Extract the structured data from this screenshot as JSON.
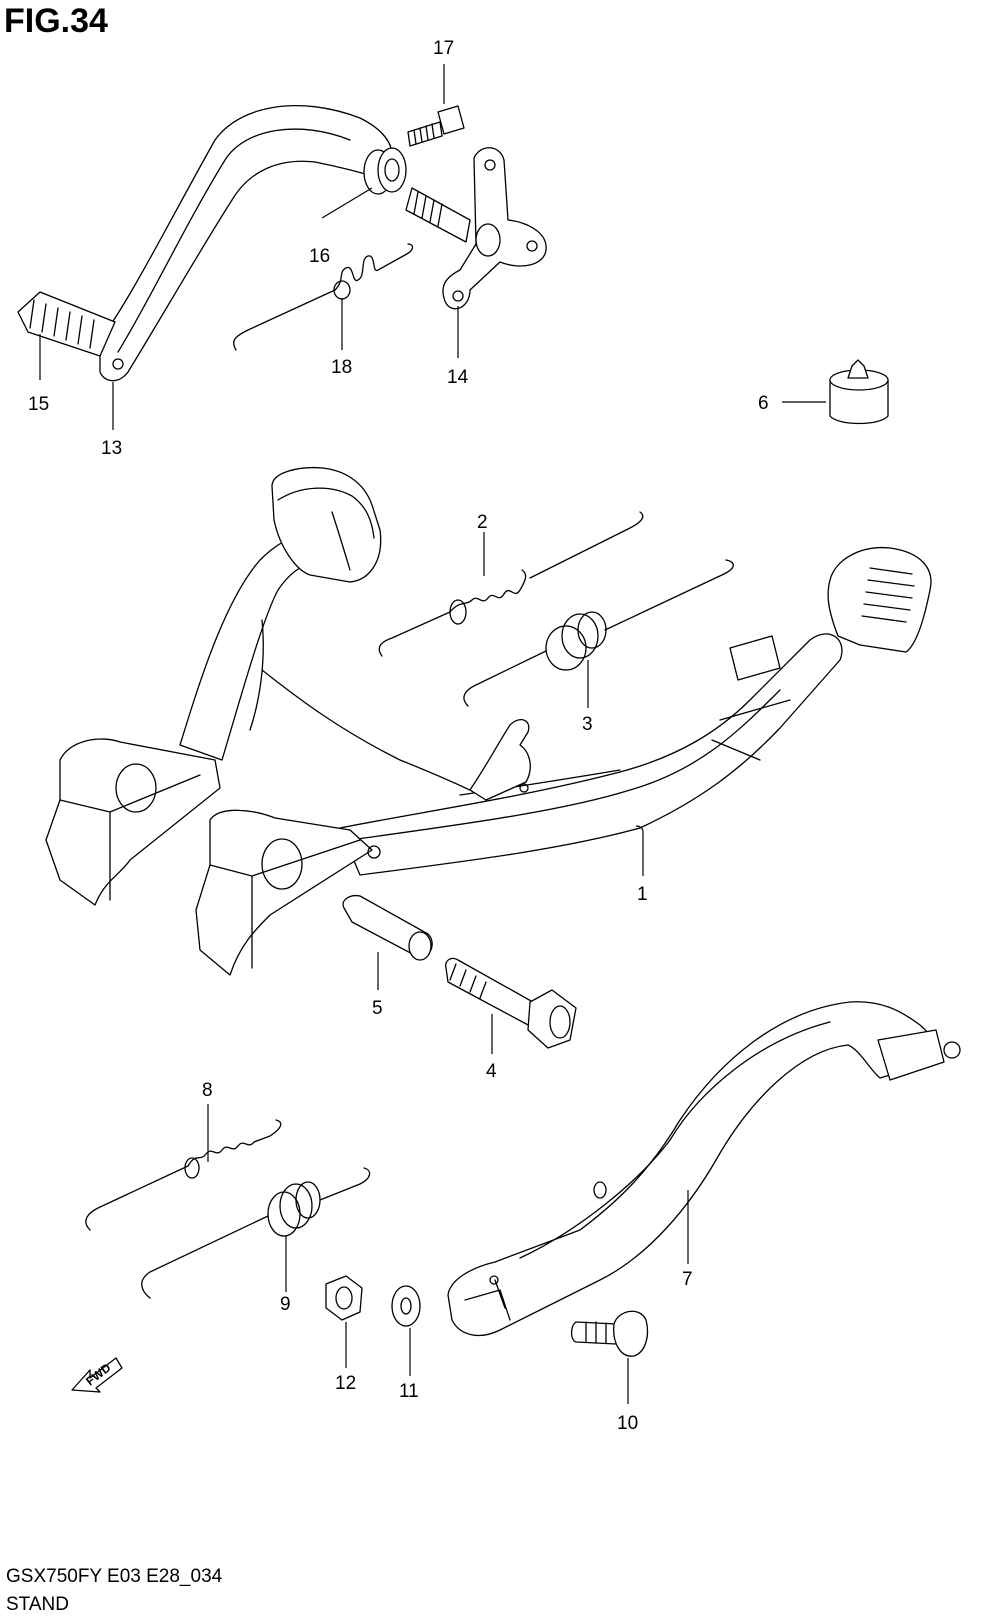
{
  "figure": {
    "title": "FIG.34",
    "model_code": "GSX750FY E03 E28_034",
    "subtitle": "STAND",
    "direction_label": "FWD"
  },
  "callouts": [
    {
      "id": "c17",
      "number": "17"
    },
    {
      "id": "c16",
      "number": "16"
    },
    {
      "id": "c18",
      "number": "18"
    },
    {
      "id": "c14",
      "number": "14"
    },
    {
      "id": "c15",
      "number": "15"
    },
    {
      "id": "c13",
      "number": "13"
    },
    {
      "id": "c6",
      "number": "6"
    },
    {
      "id": "c2",
      "number": "2"
    },
    {
      "id": "c3",
      "number": "3"
    },
    {
      "id": "c1",
      "number": "1"
    },
    {
      "id": "c5",
      "number": "5"
    },
    {
      "id": "c4",
      "number": "4"
    },
    {
      "id": "c8",
      "number": "8"
    },
    {
      "id": "c9",
      "number": "9"
    },
    {
      "id": "c7",
      "number": "7"
    },
    {
      "id": "c12",
      "number": "12"
    },
    {
      "id": "c11",
      "number": "11"
    },
    {
      "id": "c10",
      "number": "10"
    }
  ]
}
